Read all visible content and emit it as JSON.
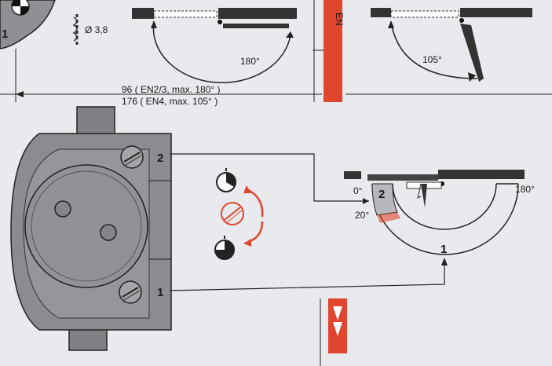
{
  "drill": {
    "diameter_label": "Ø 3,8"
  },
  "corner_number": "1",
  "top_left_door": {
    "angle_label": "180°"
  },
  "top_right_door": {
    "angle_label": "105°"
  },
  "red_bar_text": "EN",
  "dimension": {
    "line1": "96 ( EN2/3, max. 180° )",
    "line2": "176 ( EN4, max. 105° )"
  },
  "closer": {
    "valve_2_label": "2",
    "valve_1_label": "1"
  },
  "door_plan": {
    "angle_0": "0°",
    "angle_20": "20°",
    "angle_180": "180°",
    "zone_2_label": "2",
    "zone_1_label": "1"
  },
  "colors": {
    "accent_red": "#e0462e",
    "line": "#1a1a1a",
    "body_fill": "#8a8c8f",
    "background": "#e9eaee"
  }
}
